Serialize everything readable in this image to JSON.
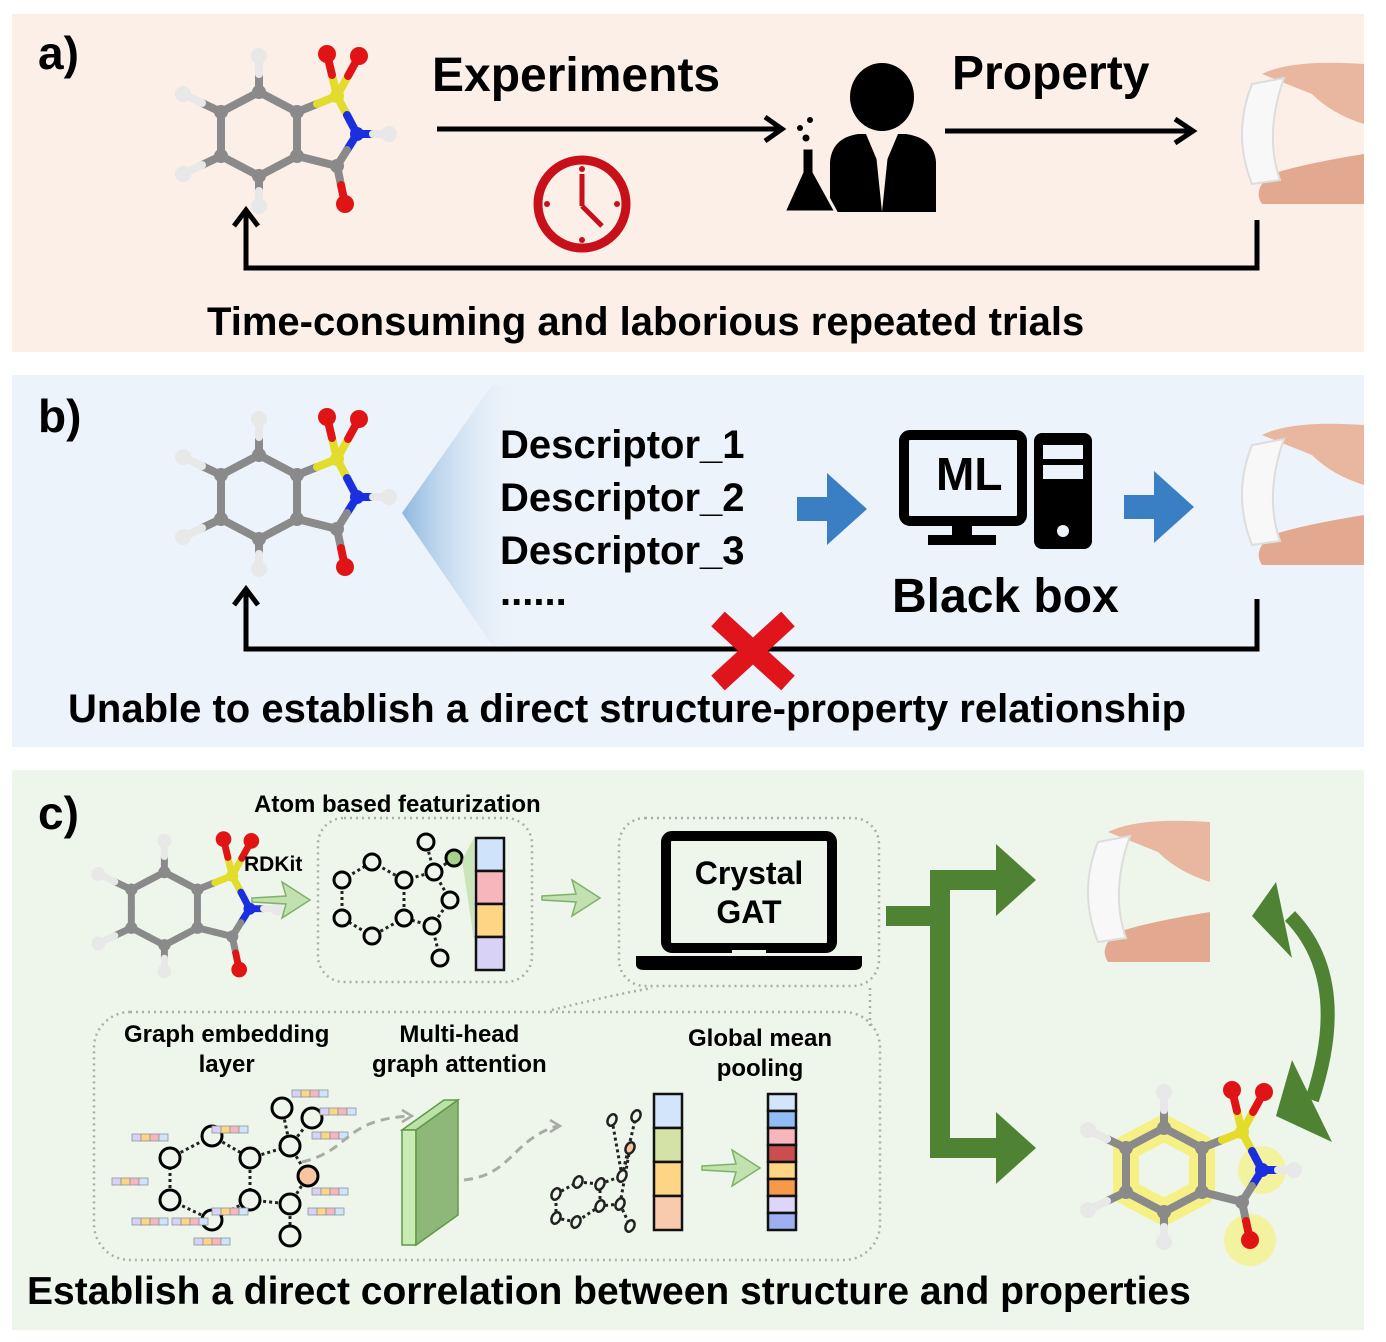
{
  "panel_a": {
    "label": "a)",
    "experiments_label": "Experiments",
    "property_label": "Property",
    "caption": "Time-consuming and laborious repeated trials",
    "icons": [
      "molecule-saccharin",
      "clock-icon",
      "scientist-flask-icon",
      "hand-holding-sample"
    ],
    "clock_color": "#c8101a"
  },
  "panel_b": {
    "label": "b)",
    "descriptors": [
      "Descriptor_1",
      "Descriptor_2",
      "Descriptor_3",
      "......"
    ],
    "ml_label": "ML",
    "black_box_label": "Black box",
    "caption": "Unable to establish a direct structure-property relationship",
    "arrow_color": "#3a7fc4",
    "cross_color": "#e0141b"
  },
  "panel_c": {
    "label": "c)",
    "featurization_label": "Atom based featurization",
    "rdkit_label": "RDKit",
    "model_line1": "Crystal",
    "model_line2": "GAT",
    "embedding_label_line1": "Graph embedding",
    "embedding_label_line2": "layer",
    "attention_label_line1": "Multi-head",
    "attention_label_line2": "graph attention",
    "pooling_label_line1": "Global mean",
    "pooling_label_line2": "pooling",
    "caption": "Establish a direct correlation between structure and properties",
    "arrow_color": "#4f8233",
    "feature_vector_colors": [
      "#cfe4fb",
      "#f6b6bb",
      "#fdd584",
      "#d9d2f7"
    ],
    "attention_vector_colors": [
      "#d3e5fb",
      "#d4e2a7",
      "#fdd584",
      "#f8cbad"
    ],
    "pooled_vector_colors": [
      "#d3e5fb",
      "#92bdf2",
      "#f6b6bb",
      "#c94f4f",
      "#fdd584",
      "#f69a4a",
      "#ddd6fa",
      "#9fb0f2"
    ],
    "embedding_chip_colors": [
      "#d9d2f7",
      "#fdd584",
      "#f6b6bb",
      "#cfe4fb"
    ]
  }
}
